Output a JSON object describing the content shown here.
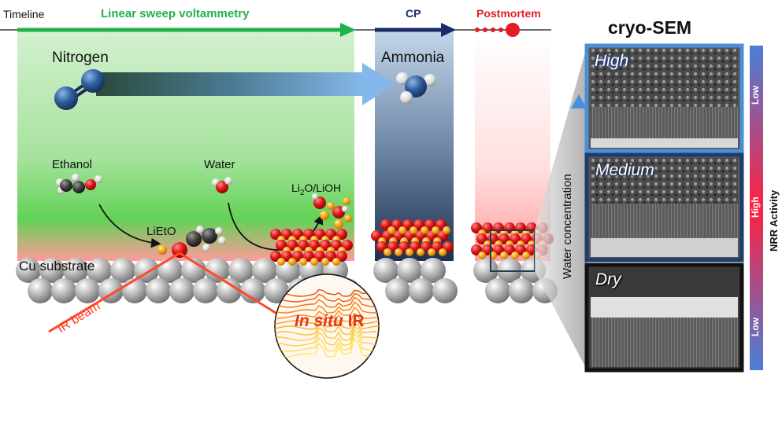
{
  "timeline": {
    "label": "Timeline",
    "phases": {
      "lsv": "Linear sweep voltammetry",
      "cp": "CP",
      "postmortem": "Postmortem"
    }
  },
  "molecules": {
    "nitrogen": "Nitrogen",
    "ammonia": "Ammonia",
    "ethanol": "Ethanol",
    "water": "Water",
    "lieto": "LiEtO",
    "products_a": "Li",
    "products_sub": "2",
    "products_b": "O/LiOH"
  },
  "substrate": "Cu substrate",
  "ir": {
    "beam": "IR beam",
    "insitu_a": "In situ",
    "insitu_b": " IR"
  },
  "cryo_sem": {
    "title": "cryo-SEM",
    "panels": [
      "High",
      "Medium",
      "Dry"
    ],
    "axis": "Water concentration",
    "bar_label": "NRR Activity",
    "bar_levels": [
      "Low",
      "High",
      "Low"
    ]
  },
  "colors": {
    "lsv": "#22b04a",
    "cp": "#1b2a66",
    "postmortem": "#e51c23",
    "high_frame": "#4a8fd8",
    "medium_frame": "#1f3c6e",
    "dry_frame": "#111111"
  }
}
